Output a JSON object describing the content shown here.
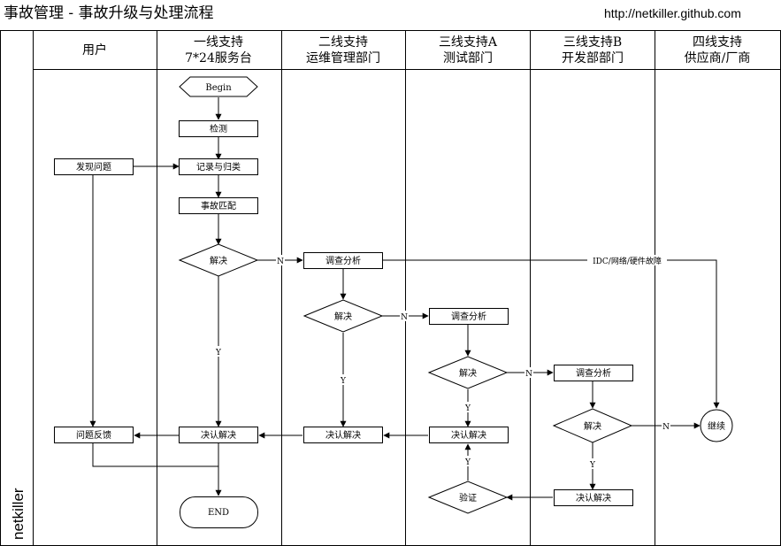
{
  "title": "事故管理 - 事故升级与处理流程",
  "url": "http://netkiller.github.com",
  "side_label": "netkiller",
  "lanes": [
    {
      "line1": "用户",
      "line2": ""
    },
    {
      "line1": "一线支持",
      "line2": "7*24服务台"
    },
    {
      "line1": "二线支持",
      "line2": "运维管理部门"
    },
    {
      "line1": "三线支持A",
      "line2": "测试部门"
    },
    {
      "line1": "三线支持B",
      "line2": "开发部部门"
    },
    {
      "line1": "四线支持",
      "line2": "供应商/厂商"
    }
  ],
  "nodes": {
    "begin": "Begin",
    "detect": "检测",
    "report": "发现问题",
    "record": "记录与归类",
    "match": "事故匹配",
    "decide1": "解决",
    "analyze2": "调查分析",
    "decide2": "解决",
    "analyze3a": "调查分析",
    "decide3a": "解决",
    "analyze3b": "调查分析",
    "decide3b": "解决",
    "continue": "继续",
    "feedback": "问题反馈",
    "confirm1": "决认解决",
    "confirm2": "决认解决",
    "confirm3a": "决认解决",
    "verify": "验证",
    "confirm3b": "决认解决",
    "end": "END"
  },
  "edge_labels": {
    "no": "N",
    "yes": "Y",
    "hardware": "IDC/网络/硬件故障"
  }
}
